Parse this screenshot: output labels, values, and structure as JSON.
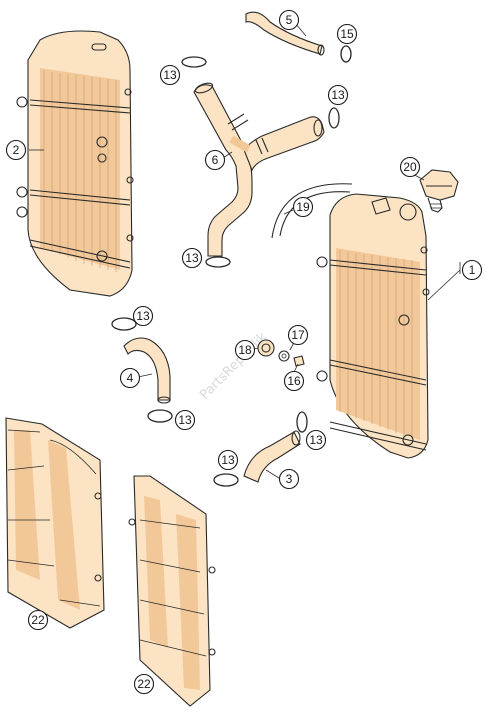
{
  "diagram": {
    "callouts": [
      {
        "label": "1"
      },
      {
        "label": "2"
      },
      {
        "label": "3"
      },
      {
        "label": "4"
      },
      {
        "label": "5"
      },
      {
        "label": "6"
      },
      {
        "label": "13"
      },
      {
        "label": "13"
      },
      {
        "label": "13"
      },
      {
        "label": "13"
      },
      {
        "label": "13"
      },
      {
        "label": "13"
      },
      {
        "label": "13"
      },
      {
        "label": "13"
      },
      {
        "label": "15"
      },
      {
        "label": "16"
      },
      {
        "label": "17"
      },
      {
        "label": "18"
      },
      {
        "label": "19"
      },
      {
        "label": "20"
      },
      {
        "label": "22"
      },
      {
        "label": "22"
      }
    ],
    "watermark": "PartsRepublik",
    "colors": {
      "part_fill": "#fbe3c4",
      "part_shade": "#f3c898",
      "outline": "#2a2a2a"
    }
  }
}
